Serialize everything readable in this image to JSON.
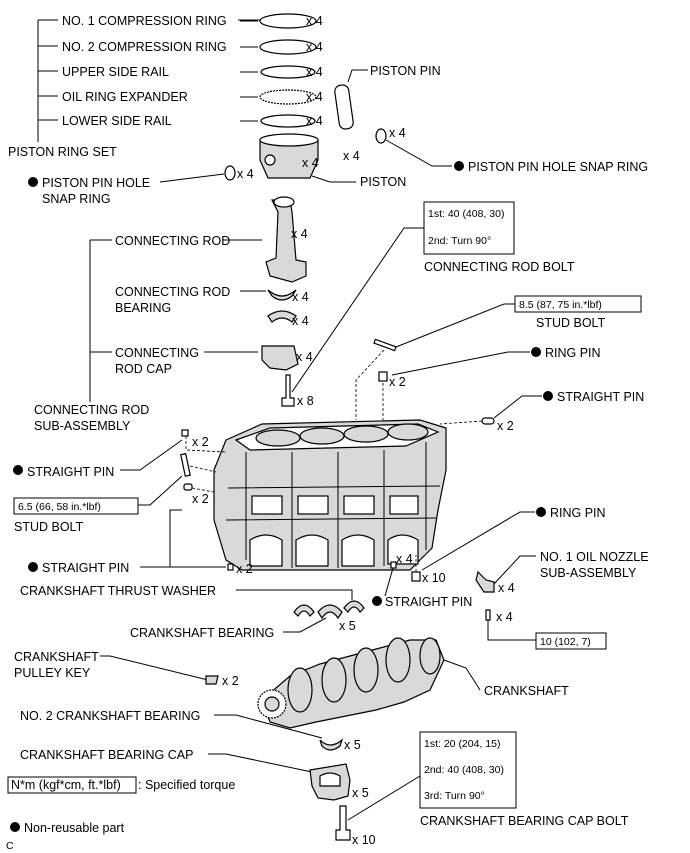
{
  "piston_ring_set": {
    "title": "PISTON RING SET",
    "items": [
      {
        "label": "NO. 1 COMPRESSION RING",
        "qty": "x 4"
      },
      {
        "label": "NO. 2 COMPRESSION RING",
        "qty": "x 4"
      },
      {
        "label": "UPPER SIDE RAIL",
        "qty": "x 4"
      },
      {
        "label": "OIL RING EXPANDER",
        "qty": "x 4"
      },
      {
        "label": "LOWER SIDE RAIL",
        "qty": "x 4"
      }
    ]
  },
  "piston": {
    "label": "PISTON",
    "qty": "x 4"
  },
  "piston_pin": {
    "label": "PISTON PIN",
    "qty": "x 4"
  },
  "snap_ring_right": {
    "label": "PISTON PIN HOLE SNAP RING",
    "qty": "x 4"
  },
  "snap_ring_left": {
    "label_line1": "PISTON PIN HOLE",
    "label_line2": "SNAP RING",
    "qty": "x 4"
  },
  "connecting_rod": {
    "label": "CONNECTING ROD",
    "qty": "x 4"
  },
  "connecting_rod_bearing": {
    "label_line1": "CONNECTING ROD",
    "label_line2": "BEARING",
    "qty1": "x 4",
    "qty2": "x 4"
  },
  "connecting_rod_cap": {
    "label_line1": "CONNECTING",
    "label_line2": "ROD CAP",
    "qty": "x 4"
  },
  "connecting_rod_sub": {
    "label_line1": "CONNECTING ROD",
    "label_line2": "SUB-ASSEMBLY"
  },
  "connecting_rod_bolt": {
    "label": "CONNECTING ROD BOLT",
    "torque_line1": "1st: 40 (408, 30)",
    "torque_line2": "2nd: Turn 90°",
    "qty": "x 8"
  },
  "stud_bolt_right": {
    "label": "STUD BOLT",
    "torque": "8.5 (87, 75 in.*lbf)"
  },
  "ring_pin_top": {
    "label": "RING PIN",
    "qty": "x 2"
  },
  "straight_pin_right": {
    "label": "STRAIGHT PIN",
    "qty": "x 2"
  },
  "straight_pin_left_top": {
    "label": "STRAIGHT PIN",
    "qty": "x 2"
  },
  "stud_bolt_left": {
    "label": "STUD BOLT",
    "torque": "6.5 (66, 58 in.*lbf)",
    "qty": "x 2"
  },
  "straight_pin_left_bottom": {
    "label": "STRAIGHT PIN",
    "qty": "x 2"
  },
  "ring_pin_bottom": {
    "label": "RING PIN",
    "qty": "x 10"
  },
  "straight_pin_bottom": {
    "label": "STRAIGHT PIN",
    "qty": "x 4"
  },
  "oil_nozzle": {
    "label_line1": "NO. 1 OIL NOZZLE",
    "label_line2": "SUB-ASSEMBLY",
    "qty": "x 4",
    "bolt_qty": "x 4",
    "torque": "10 (102, 7)"
  },
  "crankshaft_thrust_washer": {
    "label": "CRANKSHAFT THRUST WASHER"
  },
  "crankshaft_bearing": {
    "label": "CRANKSHAFT BEARING",
    "qty": "x 5"
  },
  "crankshaft_pulley_key": {
    "label_line1": "CRANKSHAFT",
    "label_line2": "PULLEY KEY",
    "qty": "x 2"
  },
  "crankshaft": {
    "label": "CRANKSHAFT"
  },
  "no2_crankshaft_bearing": {
    "label": "NO. 2 CRANKSHAFT BEARING",
    "qty": "x 5"
  },
  "crankshaft_bearing_cap": {
    "label": "CRANKSHAFT BEARING CAP",
    "qty": "x 5"
  },
  "crankshaft_bearing_cap_bolt": {
    "label": "CRANKSHAFT BEARING CAP BOLT",
    "torque_line1": "1st: 20 (204, 15)",
    "torque_line2": "2nd: 40 (408, 30)",
    "torque_line3": "3rd: Turn 90°",
    "qty": "x 10"
  },
  "legend": {
    "torque_unit": "N*m (kgf*cm, ft.*lbf)",
    "torque_desc": ": Specified torque",
    "non_reusable": "Non-reusable part"
  },
  "corner_mark": "C"
}
